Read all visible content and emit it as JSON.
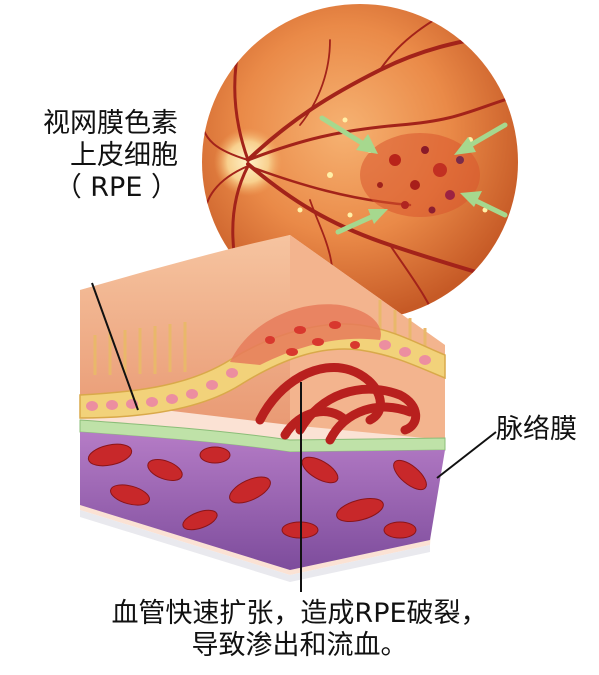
{
  "labels": {
    "rpe": {
      "line1": "视网膜色素",
      "line2": "上皮细胞",
      "line3": "（ RPE ）"
    },
    "choroid": "脉络膜",
    "caption": {
      "line1": "血管快速扩张，造成RPE破裂，",
      "line2": "导致渗出和流血。"
    }
  },
  "colors": {
    "fundus": "#e8884a",
    "rpe_layer": "#f2d27a",
    "choroid_layer": "#8a5aa8",
    "vessel": "#c42a2a",
    "arrow": "#9fd18a"
  }
}
